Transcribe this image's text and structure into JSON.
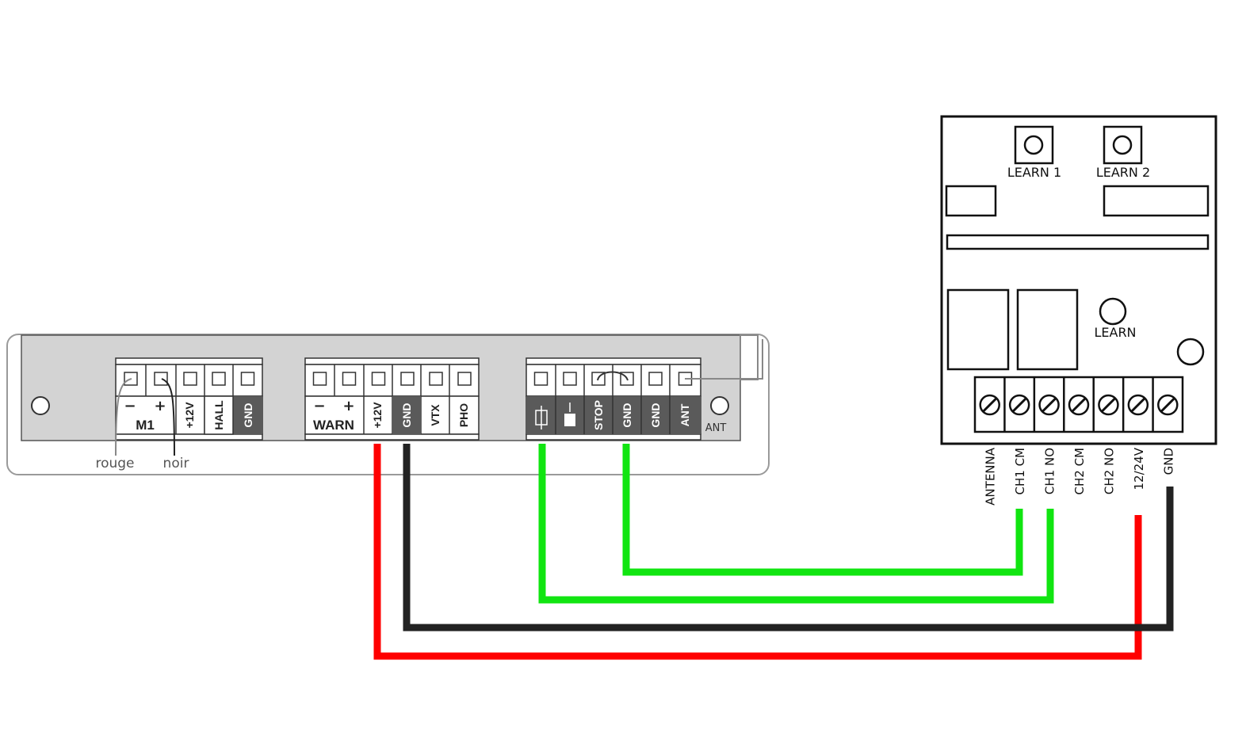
{
  "controller": {
    "motor_block": {
      "minus": "−",
      "plus": "+",
      "label": "M1",
      "terminals": [
        "+12V",
        "HALL",
        "GND"
      ]
    },
    "warn_block": {
      "minus": "−",
      "plus": "+",
      "label": "WARN",
      "terminals": [
        "+12V",
        "GND",
        "VTX",
        "PHO"
      ]
    },
    "input_block": {
      "terminals": [
        "STOP",
        "GND",
        "GND",
        "ANT"
      ]
    },
    "ant_label": "ANT",
    "wire_labels": {
      "red_wire": "rouge",
      "black_wire": "noir"
    }
  },
  "receiver": {
    "buttons": [
      "LEARN 1",
      "LEARN 2"
    ],
    "learn_label": "LEARN",
    "terminals": [
      "ANTENNA",
      "CH1 CM",
      "CH1 NO",
      "CH2 CM",
      "CH2 NO",
      "12/24V",
      "GND"
    ]
  },
  "colors": {
    "wire_red": "#ff0000",
    "wire_black": "#222222",
    "wire_green": "#11e511",
    "board_grey": "#d3d3d3",
    "terminal_dark": "#5a5a5a"
  }
}
